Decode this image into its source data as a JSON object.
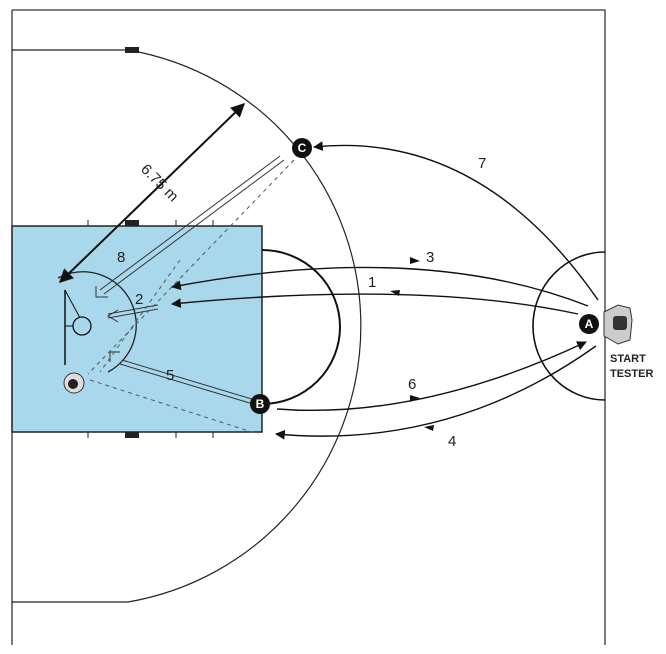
{
  "title": "Basketball court drill diagram",
  "distance_label": "6.75 m",
  "points": {
    "a": "A",
    "b": "B",
    "c": "C"
  },
  "start_label": [
    "START",
    "TESTER"
  ],
  "route_numbers": [
    "1",
    "2",
    "3",
    "4",
    "5",
    "6",
    "7",
    "8"
  ],
  "colors": {
    "key_fill": "#a9d8ec",
    "line": "#111111"
  }
}
